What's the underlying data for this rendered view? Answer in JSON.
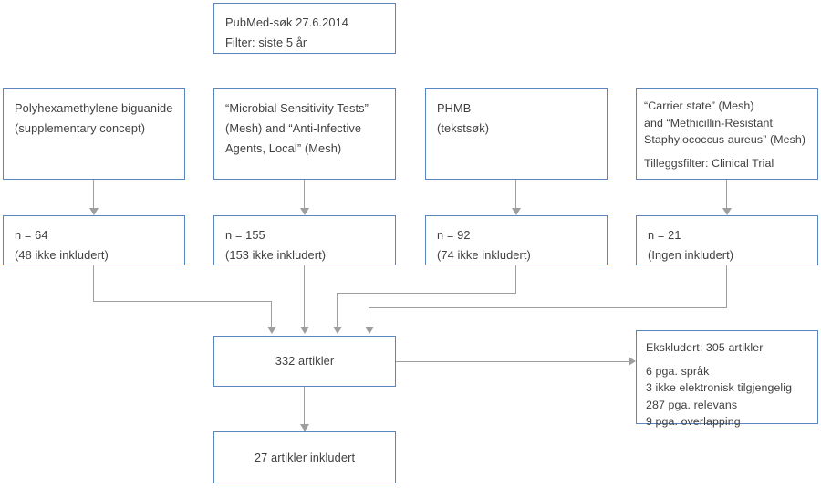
{
  "diagram": {
    "type": "flowchart",
    "title": "PubMed-søk flytdiagram",
    "colors": {
      "box_border": "#5b86bd",
      "connector": "#9e9e9e",
      "text": "#3f3f3f",
      "background": "#ffffff"
    },
    "search_box": {
      "lines": [
        "PubMed-søk 27.6.2014",
        "Filter: siste 5 år"
      ]
    },
    "query_boxes": [
      {
        "id": "query-1",
        "paragraphs": [
          [
            "Polyhexamethylene biguanide",
            "(supplementary concept)"
          ]
        ]
      },
      {
        "id": "query-2",
        "paragraphs": [
          [
            "“Microbial Sensitivity Tests”",
            "(Mesh) and “Anti-Infective",
            "Agents, Local” (Mesh)"
          ]
        ]
      },
      {
        "id": "query-3",
        "paragraphs": [
          [
            "PHMB",
            "(tekstsøk)"
          ]
        ]
      },
      {
        "id": "query-4",
        "paragraphs": [
          [
            "“Carrier state” (Mesh)",
            "and “Methicillin-Resistant",
            "Staphylococcus aureus” (Mesh)"
          ],
          [
            "Tilleggsfilter: Clinical Trial"
          ]
        ]
      }
    ],
    "result_boxes": [
      {
        "id": "result-1",
        "count_label": "n = 64",
        "excluded_label": "(48 ikke inkludert)"
      },
      {
        "id": "result-2",
        "count_label": "n = 155",
        "excluded_label": "(153 ikke inkludert)"
      },
      {
        "id": "result-3",
        "count_label": "n = 92",
        "excluded_label": "(74 ikke inkludert)"
      },
      {
        "id": "result-4",
        "count_label": "n = 21",
        "excluded_label": "(Ingen inkludert)"
      }
    ],
    "total_box": {
      "label": "332 artikler"
    },
    "excluded_box": {
      "heading": "Ekskludert: 305 artikler",
      "reasons": [
        "6 pga. språk",
        "3 ikke elektronisk tilgjengelig",
        "287 pga. relevans",
        "9 pga. overlapping"
      ]
    },
    "included_box": {
      "label": "27 artikler inkludert"
    }
  }
}
